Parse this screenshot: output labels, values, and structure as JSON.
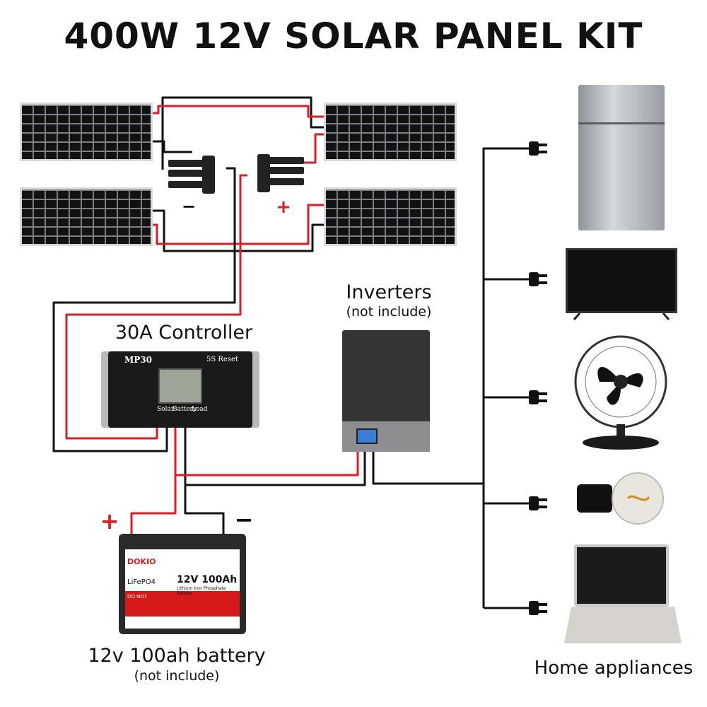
{
  "title": "400W 12V SOLAR PANEL KIT",
  "labels": {
    "inverters": "Inverters",
    "inverters_note": "(not include)",
    "controller": "30A Controller",
    "battery": "12v 100ah battery",
    "battery_note": "(not include)",
    "home_appliances": "Home appliances",
    "minus": "−",
    "plus": "+"
  },
  "controller_device": {
    "model": "MP30",
    "reset": "5S Reset",
    "terminals": [
      "Solar",
      "Battery",
      "Load"
    ]
  },
  "battery_device": {
    "brand": "DOKIO",
    "chem": "LiFePO4",
    "spec": "12V 100Ah",
    "sub": "Lithium Iron Phosphate Battery",
    "warning": "DO NOT"
  },
  "colors": {
    "positive_wire": "#e01b24",
    "negative_wire": "#111111"
  },
  "appliances": [
    "fridge-icon",
    "tv-icon",
    "fan-icon",
    "bulb-icon",
    "laptop-icon"
  ]
}
